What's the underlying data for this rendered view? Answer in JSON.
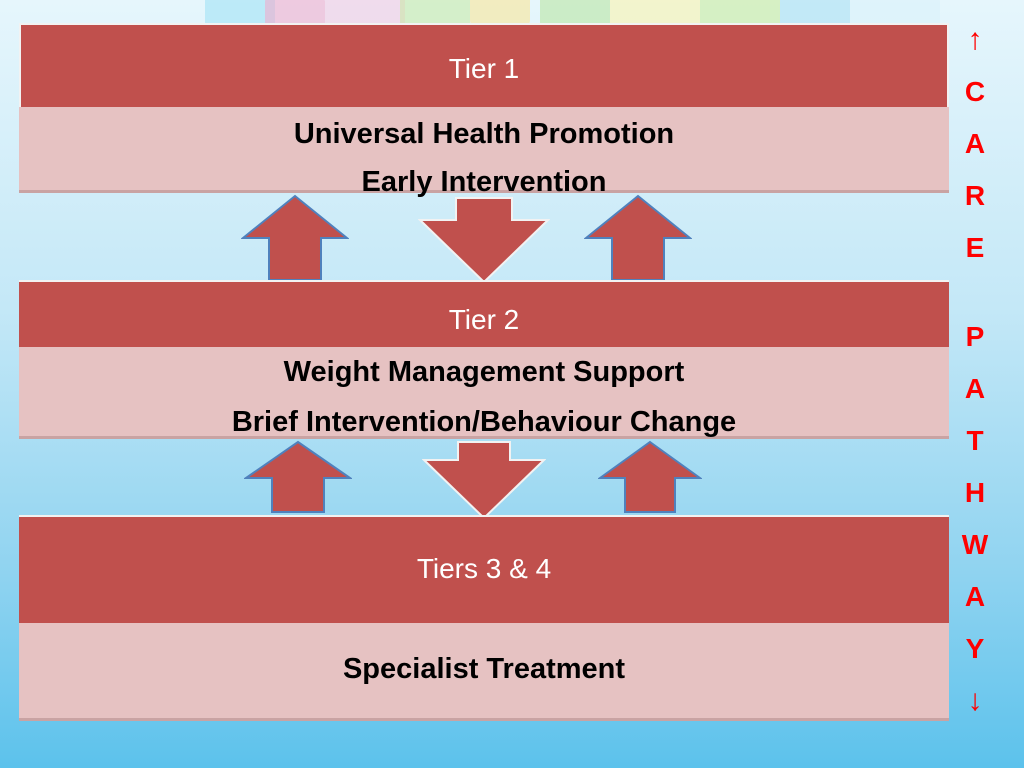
{
  "tiers": [
    {
      "title": "Tier 1",
      "lines": [
        "Universal Health Promotion",
        "Early Intervention"
      ]
    },
    {
      "title": "Tier 2",
      "lines": [
        "Weight Management Support",
        "Brief Intervention/Behaviour Change"
      ]
    },
    {
      "title": "Tiers 3 & 4",
      "lines": [
        "Specialist Treatment"
      ]
    }
  ],
  "side_label": {
    "up_arrow": "↑",
    "letters": [
      "C",
      "A",
      "R",
      "E",
      "P",
      "A",
      "T",
      "H",
      "W",
      "A",
      "Y"
    ],
    "down_arrow": "↓"
  },
  "colors": {
    "tier_header": "#c0504d",
    "tier_body": "#e6c2c2",
    "side_text": "#ff0000",
    "arrow_fill": "#c0504d",
    "arrow_stroke": "#4f81bd"
  },
  "arrows": [
    {
      "direction": "up",
      "between": "tier-2-and-tier-1"
    },
    {
      "direction": "down",
      "between": "tier-1-and-tier-2"
    },
    {
      "direction": "up",
      "between": "tier-2-and-tier-1"
    },
    {
      "direction": "up",
      "between": "tiers-3-4-and-tier-2"
    },
    {
      "direction": "down",
      "between": "tier-2-and-tiers-3-4"
    },
    {
      "direction": "up",
      "between": "tiers-3-4-and-tier-2"
    }
  ]
}
